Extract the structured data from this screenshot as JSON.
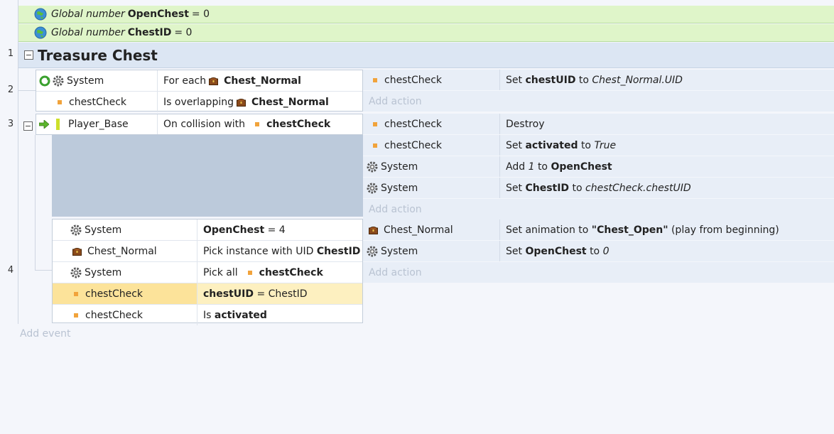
{
  "globals": [
    {
      "prefix": "Global number",
      "name": "OpenChest",
      "suffix": "= 0"
    },
    {
      "prefix": "Global number",
      "name": "ChestID",
      "suffix": "= 0"
    }
  ],
  "line_numbers": [
    "1",
    "2",
    "3",
    "4"
  ],
  "group": {
    "title": "Treasure Chest",
    "collapse": "−"
  },
  "ev2": {
    "conditions": [
      {
        "object": "System",
        "text": "For each",
        "param": "Chest_Normal"
      },
      {
        "object": "chestCheck",
        "text": "Is overlapping",
        "param": "Chest_Normal"
      }
    ],
    "actions": [
      {
        "object": "chestCheck",
        "pre": "Set",
        "bold": "chestUID",
        "mid": "to",
        "ital": "Chest_Normal.UID"
      }
    ]
  },
  "ev3": {
    "collapse": "−",
    "condition": {
      "object": "Player_Base",
      "text": "On collision with",
      "param": "chestCheck"
    },
    "actions": [
      {
        "object": "chestCheck",
        "text": "Destroy"
      },
      {
        "object": "chestCheck",
        "pre": "Set",
        "bold": "activated",
        "mid": "to",
        "ital": "True"
      },
      {
        "object": "System",
        "pre": "Add",
        "ital": "1",
        "mid": "to",
        "bold": "OpenChest"
      },
      {
        "object": "System",
        "pre": "Set",
        "bold": "ChestID",
        "mid": "to",
        "ital": "chestCheck.chestUID"
      }
    ]
  },
  "ev4": {
    "conditions": [
      {
        "object": "System",
        "bold": "OpenChest",
        "rest": "= 4"
      },
      {
        "object": "Chest_Normal",
        "pre": "Pick instance with UID",
        "bold": "ChestID"
      },
      {
        "object": "System",
        "pre": "Pick all",
        "param": "chestCheck"
      },
      {
        "object": "chestCheck",
        "bold": "chestUID",
        "rest": "= ChestID"
      },
      {
        "object": "chestCheck",
        "pre": "Is",
        "bold": "activated"
      }
    ],
    "actions": [
      {
        "object": "Chest_Normal",
        "pre": "Set animation to",
        "bold": "\"Chest_Open\"",
        "rest": "(play from beginning)"
      },
      {
        "object": "System",
        "pre": "Set",
        "bold": "OpenChest",
        "mid": "to",
        "ital": "0"
      }
    ]
  },
  "add_action": "Add action",
  "add_event": "Add event",
  "colors": {
    "global_bg": "#dff5c9",
    "group_bg": "#dce6f3",
    "action_bg": "#e8eef7",
    "selected": "#fce39a",
    "instance_marker": "#f1a33b"
  }
}
